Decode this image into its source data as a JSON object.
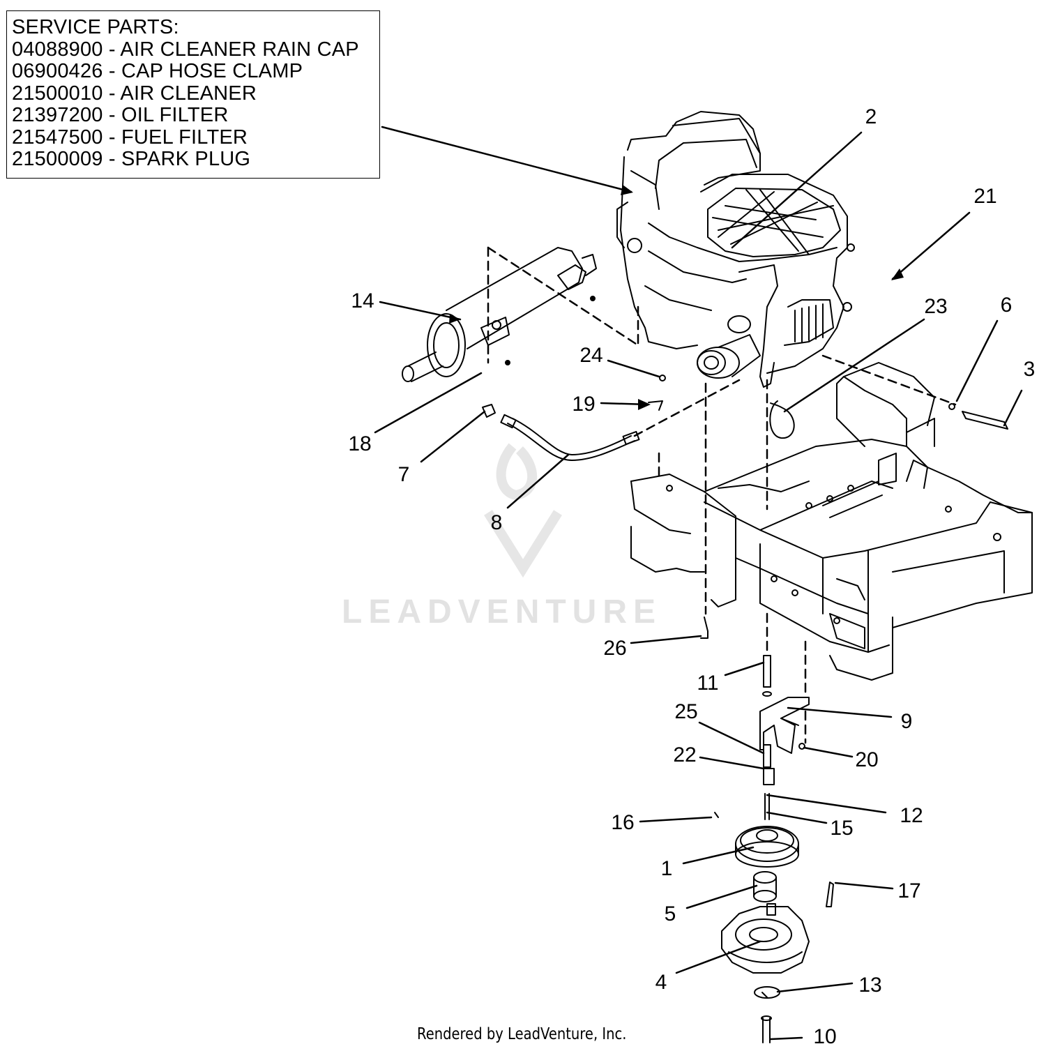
{
  "service_parts": {
    "heading": "SERVICE PARTS:",
    "items": [
      "04088900 - AIR CLEANER RAIN CAP",
      "06900426 - CAP HOSE CLAMP",
      "21500010 - AIR CLEANER",
      "21397200 - OIL FILTER",
      "21547500 - FUEL FILTER",
      "21500009 - SPARK PLUG"
    ]
  },
  "callouts": {
    "c1": "1",
    "c2": "2",
    "c3": "3",
    "c4": "4",
    "c5": "5",
    "c6": "6",
    "c7": "7",
    "c8": "8",
    "c9": "9",
    "c10": "10",
    "c11": "11",
    "c12": "12",
    "c13": "13",
    "c14": "14",
    "c15": "15",
    "c16": "16",
    "c17": "17",
    "c18": "18",
    "c19": "19",
    "c20": "20",
    "c21": "21",
    "c22": "22",
    "c23": "23",
    "c24": "24",
    "c25": "25",
    "c26": "26"
  },
  "watermark": "LEADVENTURE",
  "footer": "Rendered by LeadVenture, Inc.",
  "colors": {
    "line": "#000000",
    "watermark": "#e2e2e2",
    "background": "#ffffff"
  }
}
